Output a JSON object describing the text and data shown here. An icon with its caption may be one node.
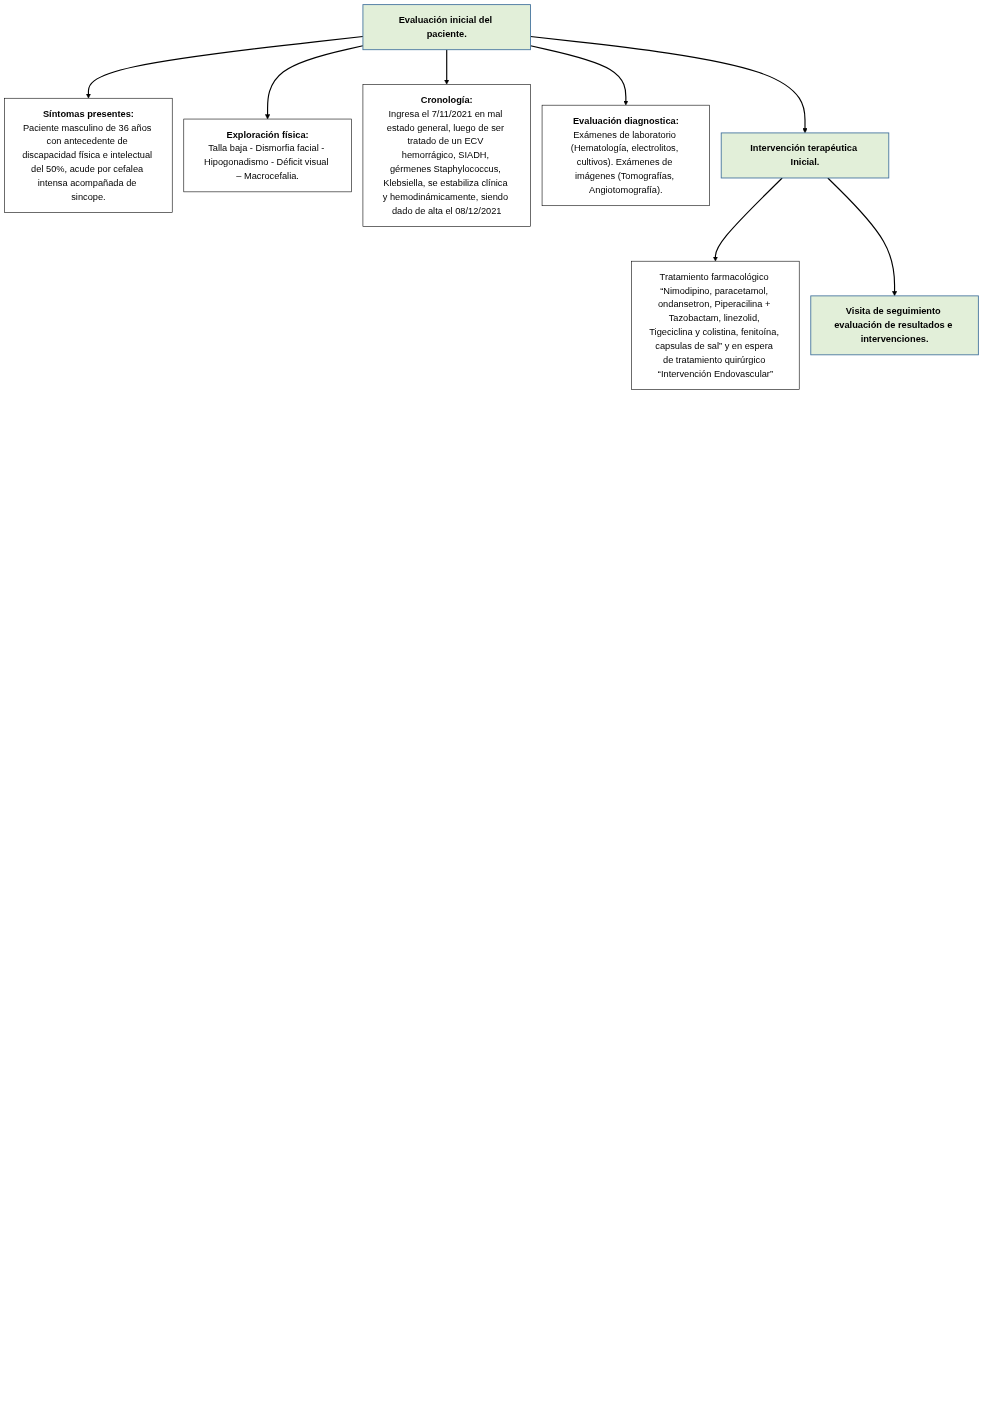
{
  "diagram": {
    "nodes": [
      {
        "text": [
          "Evaluación inicial del paciente."
        ]
      },
      {
        "text": [
          "Síntomas presentes:",
          "Paciente masculino de 36 años con antecedente de discapacidad física e intelectual del 50%, acude por cefalea intensa acompañada de sincope."
        ]
      },
      {
        "text": [
          "Exploración física:",
          "Talla baja - Dismorfia facial - Hipogonadismo - Déficit visual – Macrocefalia."
        ]
      },
      {
        "text": [
          "Cronología:",
          "Ingresa el 7/11/2021 en mal estado general, luego de ser tratado de un ECV hemorrágico, SIADH, gérmenes Staphylococcus, Klebsiella, se estabiliza clínica y hemodinámicamente, siendo dado de alta el 08/12/2021"
        ]
      },
      {
        "text": [
          "Evaluación diagnostica:",
          "Exámenes de laboratorio (Hematología, electrolitos, cultivos). Exámenes de imágenes (Tomografías, Angiotomografía)."
        ]
      },
      {
        "text": [
          "Intervención terapéutica Inicial."
        ]
      },
      {
        "text": [
          "Tratamiento farmacológico “Nimodipino, paracetamol, ondansetron, Piperacilina + Tazobactam, linezolid, Tigeciclina y colistina, fenitoína, capsulas de sal” y en espera de tratamiento quirúrgico “Intervención Endovascular”"
        ]
      },
      {
        "text": [
          "Visita de seguimiento evaluación de resultados e intervenciones."
        ]
      }
    ],
    "edges": [
      {
        "from": 0,
        "to": 1,
        "arrow": "to"
      },
      {
        "from": 0,
        "to": 2,
        "arrow": "to"
      },
      {
        "from": 0,
        "to": 3,
        "arrow": "to"
      },
      {
        "from": 0,
        "to": 4,
        "arrow": "to"
      },
      {
        "from": 0,
        "to": 5,
        "arrow": "to"
      },
      {
        "from": 5,
        "to": 6,
        "arrow": "to"
      },
      {
        "from": 5,
        "to": 7,
        "arrow": "to"
      }
    ]
  }
}
